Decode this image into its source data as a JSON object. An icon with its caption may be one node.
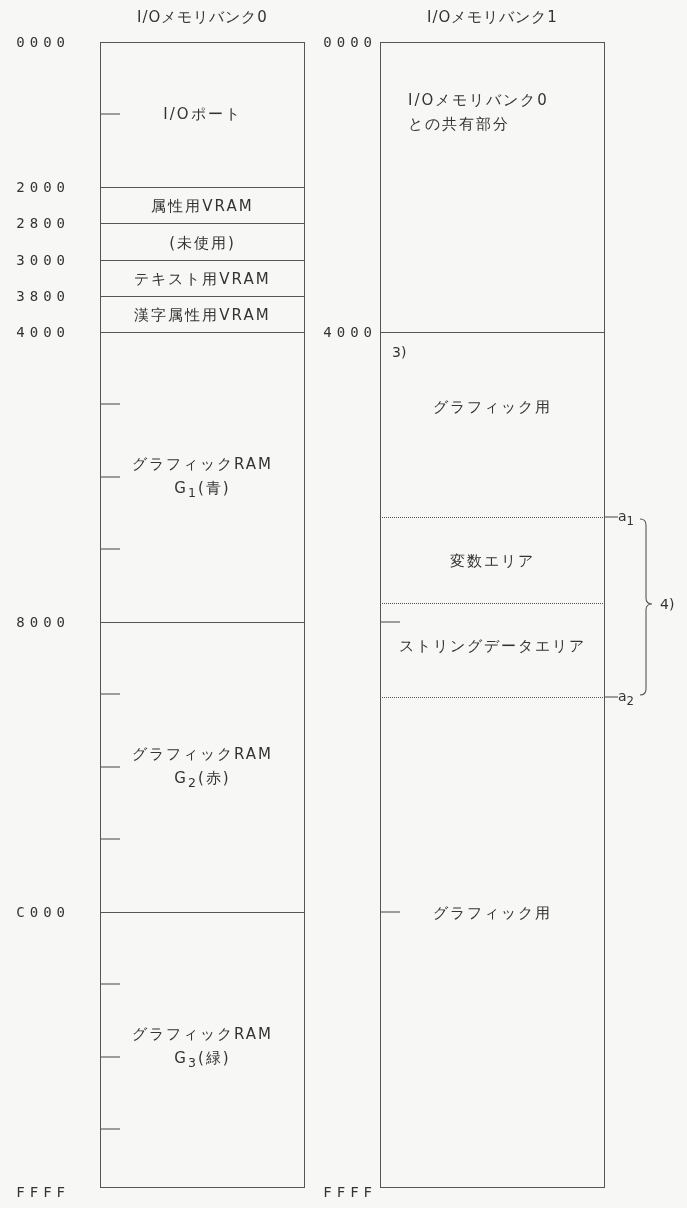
{
  "diagram": {
    "nodes": [
      {
        "text": [
          "I/Oメモリバンク0"
        ]
      },
      {
        "text": [
          "I/Oポート"
        ],
        "in": 0
      },
      {
        "text": [
          "属性用VRAM"
        ],
        "in": 0
      },
      {
        "text": [
          "(未使用)"
        ],
        "in": 0
      },
      {
        "text": [
          "テキスト用VRAM"
        ],
        "in": 0
      },
      {
        "text": [
          "漢字属性用VRAM"
        ],
        "in": 0
      },
      {
        "text": [
          "グラフィックRAM G$_{1}$(青)"
        ],
        "in": 0
      },
      {
        "text": [
          "グラフィックRAM G$_{2}$(赤)"
        ],
        "in": 0
      },
      {
        "text": [
          "グラフィックRAM G$_{3}$(緑)"
        ],
        "in": 0
      },
      {
        "text": [
          "I/Oメモリバンク1"
        ]
      },
      {
        "text": [
          "I/Oメモリバンク0 との共有部分"
        ],
        "in": 9
      },
      {
        "text": [
          "グラフィック用"
        ],
        "in": 9
      },
      {
        "text": [
          "変数エリア"
        ],
        "in": 9
      },
      {
        "text": [
          "ストリングデータエリア"
        ],
        "in": 9
      },
      {
        "text": [
          "グラフィック用"
        ],
        "in": 9
      },
      {
        "text": [
          "a$_{1}$"
        ]
      },
      {
        "text": [
          "a$_{2}$"
        ]
      }
    ],
    "edges": [
      {
        "from": 15,
        "to": null,
        "arrow": "none"
      },
      {
        "from": 16,
        "to": null,
        "arrow": "none"
      }
    ],
    "labels": [
      "0000",
      "2000",
      "2800",
      "3000",
      "3800",
      "4000",
      "8000",
      "C000",
      "FFFF",
      "0000",
      "4000",
      "FFFF",
      "3)",
      "4)"
    ]
  }
}
